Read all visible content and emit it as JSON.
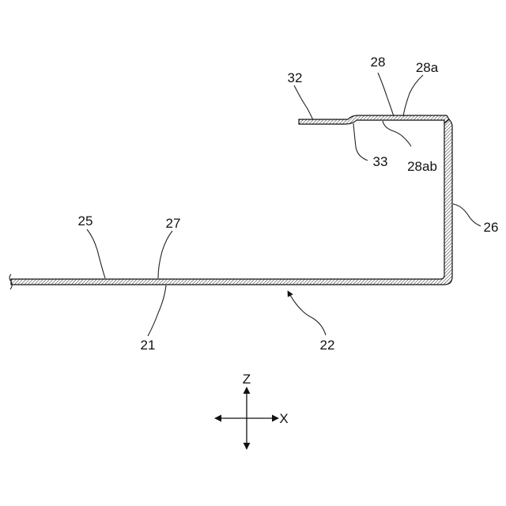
{
  "labels": {
    "l32": "32",
    "l28": "28",
    "l28a": "28a",
    "l33": "33",
    "l28ab": "28ab",
    "l26": "26",
    "l25": "25",
    "l27": "27",
    "l21": "21",
    "l22": "22"
  },
  "axes": {
    "z": "Z",
    "x": "X"
  },
  "colors": {
    "ink": "#111111",
    "background": "#ffffff"
  }
}
